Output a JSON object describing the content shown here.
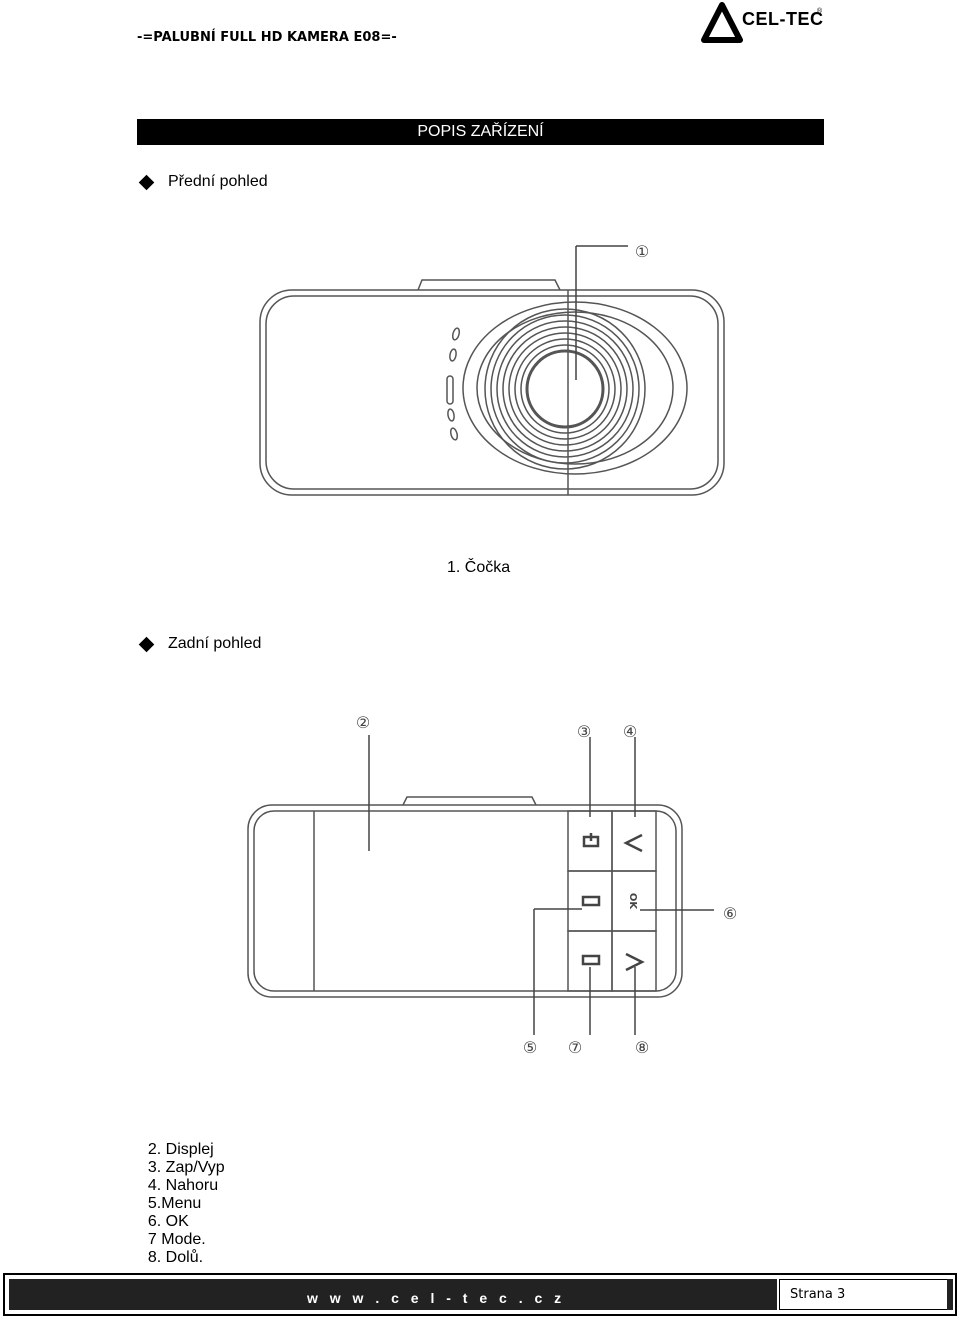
{
  "header": {
    "title": "-=PALUBNÍ FULL HD KAMERA E08=-",
    "logo_text": "CEL-TEC",
    "logo_reg": "®"
  },
  "section": {
    "title": "POPIS ZAŘÍZENÍ"
  },
  "front": {
    "heading": "Přední pohled",
    "callout": "①",
    "caption": "1. Čočka"
  },
  "rear": {
    "heading": "Zadní pohled",
    "callouts": [
      "②",
      "③",
      "④",
      "⑤",
      "⑥",
      "⑦",
      "⑧"
    ],
    "legend": [
      "2. Displej",
      "3. Zap/Vyp",
      "4. Nahoru",
      "5.Menu",
      "6. OK",
      "7 Mode.",
      "8. Dolů."
    ]
  },
  "footer": {
    "url": "w w w . c e l - t e c . c z",
    "page": "Strana 3"
  }
}
